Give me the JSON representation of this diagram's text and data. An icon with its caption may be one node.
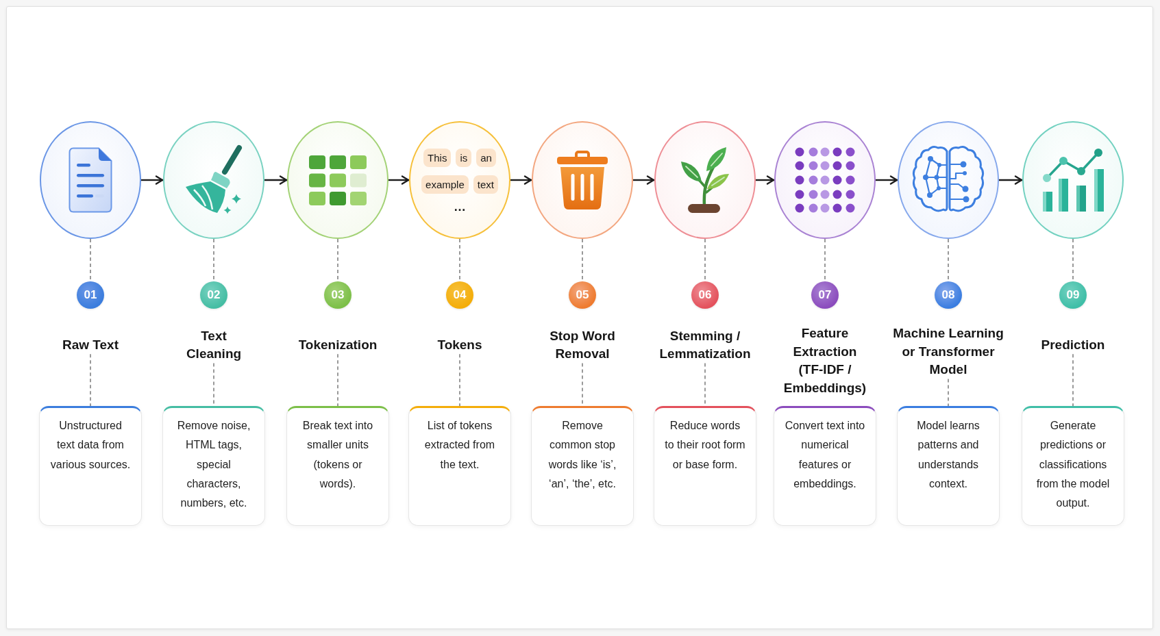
{
  "diagram": {
    "nodes": [
      {
        "text": [],
        "shape": "circle"
      },
      {
        "text": [
          "01"
        ]
      },
      {
        "text": [
          "Raw Text"
        ]
      },
      {
        "text": [
          "Unstructured text data from various sources."
        ]
      },
      {
        "text": [],
        "shape": "circle"
      },
      {
        "text": [
          "02"
        ]
      },
      {
        "text": [
          "Text Cleaning"
        ]
      },
      {
        "text": [
          "Remove noise, HTML tags, special characters, numbers, etc."
        ]
      },
      {
        "text": [],
        "shape": "circle"
      },
      {
        "text": [
          "03"
        ]
      },
      {
        "text": [
          "Tokenization"
        ]
      },
      {
        "text": [
          "Break text into smaller units (tokens or words)."
        ]
      },
      {
        "text": [
          "This",
          "is",
          "an",
          "example",
          "text",
          "…"
        ]
      },
      {
        "text": [
          "04"
        ]
      },
      {
        "text": [
          "Tokens"
        ]
      },
      {
        "text": [
          "List of tokens extracted from the text."
        ]
      },
      {
        "text": [],
        "shape": "circle"
      },
      {
        "text": [
          "05"
        ]
      },
      {
        "text": [
          "Stop Word Removal"
        ]
      },
      {
        "text": [
          "Remove common stop words like ‘is’, ‘an’, ‘the’, etc."
        ]
      },
      {
        "text": [],
        "shape": "circle"
      },
      {
        "text": [
          "06"
        ]
      },
      {
        "text": [
          "Stemming / Lemmatization"
        ]
      },
      {
        "text": [
          "Reduce words to their root form or base form."
        ]
      },
      {
        "text": [],
        "shape": "circle"
      },
      {
        "text": [
          "07"
        ]
      },
      {
        "text": [
          "Feature Extraction (TF-IDF / Embeddings)"
        ]
      },
      {
        "text": [
          "Convert text into numerical features or embeddings."
        ]
      },
      {
        "text": [],
        "shape": "circle"
      },
      {
        "text": [
          "08"
        ]
      },
      {
        "text": [
          "Machine Learning or Transformer Model"
        ]
      },
      {
        "text": [
          "Model learns patterns and understands context."
        ]
      },
      {
        "text": [],
        "shape": "circle"
      },
      {
        "text": [
          "09"
        ]
      },
      {
        "text": [
          "Prediction"
        ]
      },
      {
        "text": [
          "Generate predictions or classifications from the model output."
        ]
      }
    ],
    "edges": [
      {
        "from": 0,
        "to": 4,
        "arrow": "to",
        "color": "#1c1c1c"
      },
      {
        "from": 4,
        "to": 8,
        "arrow": "to",
        "color": "#1c1c1c"
      },
      {
        "from": 8,
        "to": 12,
        "arrow": "to",
        "color": "#1c1c1c"
      },
      {
        "from": 12,
        "to": 16,
        "arrow": "to",
        "color": "#1c1c1c"
      },
      {
        "from": 16,
        "to": 20,
        "arrow": "to",
        "color": "#1c1c1c"
      },
      {
        "from": 20,
        "to": 24,
        "arrow": "to",
        "color": "#1c1c1c"
      },
      {
        "from": 24,
        "to": 28,
        "arrow": "to",
        "color": "#1c1c1c"
      },
      {
        "from": 28,
        "to": 32,
        "arrow": "to",
        "color": "#1c1c1c"
      },
      {
        "from": 0,
        "to": 1,
        "arrow": "none",
        "style": "dashed"
      },
      {
        "from": 4,
        "to": 5,
        "arrow": "none",
        "style": "dashed"
      },
      {
        "from": 8,
        "to": 9,
        "arrow": "none",
        "style": "dashed"
      },
      {
        "from": 12,
        "to": 13,
        "arrow": "none",
        "style": "dashed"
      },
      {
        "from": 16,
        "to": 17,
        "arrow": "none",
        "style": "dashed"
      },
      {
        "from": 20,
        "to": 21,
        "arrow": "none",
        "style": "dashed"
      },
      {
        "from": 24,
        "to": 25,
        "arrow": "none",
        "style": "dashed"
      },
      {
        "from": 28,
        "to": 29,
        "arrow": "none",
        "style": "dashed"
      },
      {
        "from": 32,
        "to": 33,
        "arrow": "none",
        "style": "dashed"
      },
      {
        "from": 2,
        "to": 3,
        "arrow": "none",
        "style": "dashed"
      },
      {
        "from": 6,
        "to": 7,
        "arrow": "none",
        "style": "dashed"
      },
      {
        "from": 10,
        "to": 11,
        "arrow": "none",
        "style": "dashed"
      },
      {
        "from": 14,
        "to": 15,
        "arrow": "none",
        "style": "dashed"
      },
      {
        "from": 18,
        "to": 19,
        "arrow": "none",
        "style": "dashed"
      },
      {
        "from": 22,
        "to": 23,
        "arrow": "none",
        "style": "dashed"
      },
      {
        "from": 30,
        "to": 31,
        "arrow": "none",
        "style": "dashed"
      },
      {
        "from": 34,
        "to": 35,
        "arrow": "none",
        "style": "dashed"
      }
    ]
  }
}
